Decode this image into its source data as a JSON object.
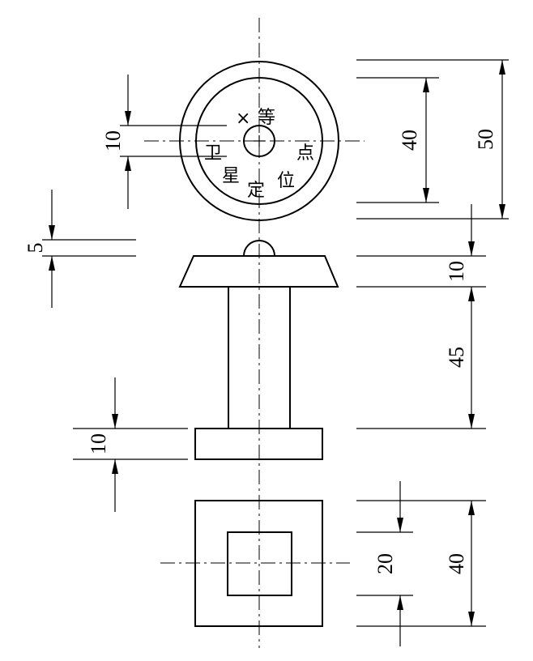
{
  "dimensions": {
    "top_slot_gap": "10",
    "inner_circle_dia": "40",
    "outer_circle_dia": "50",
    "cap_height": "5",
    "frustum_height": "10",
    "column_height": "45",
    "base_height": "10",
    "inner_square": "20",
    "outer_square": "40"
  },
  "label": {
    "cross": "×",
    "chars": [
      "等",
      "点",
      "位",
      "定",
      "星",
      "卫"
    ]
  }
}
